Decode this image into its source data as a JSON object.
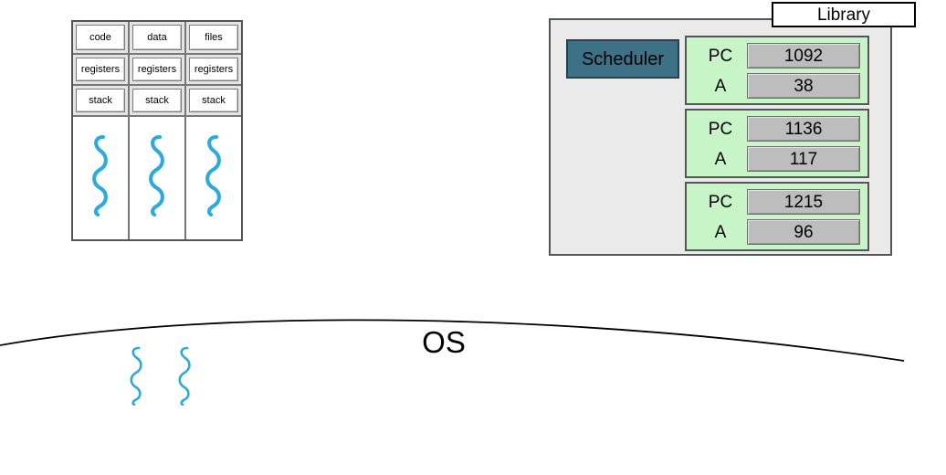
{
  "colors": {
    "squiggle": "#29abe2",
    "thread_block_fill": "#c8f5c8",
    "scheduler_fill": "#3d7186",
    "panel_fill": "#eaeaea",
    "table_fill": "#e4e4e4",
    "value_box_fill": "#bdbdbd",
    "border": "#555555"
  },
  "process_table": {
    "row_top": [
      "code",
      "data",
      "files"
    ],
    "row_registers": [
      "registers",
      "registers",
      "registers"
    ],
    "row_stack": [
      "stack",
      "stack",
      "stack"
    ],
    "thread_count": 3
  },
  "library": {
    "label": "Library",
    "scheduler_label": "Scheduler",
    "thread_blocks": [
      {
        "pc_label": "PC",
        "pc_value": "1092",
        "a_label": "A",
        "a_value": "38"
      },
      {
        "pc_label": "PC",
        "pc_value": "1136",
        "a_label": "A",
        "a_value": "117"
      },
      {
        "pc_label": "PC",
        "pc_value": "1215",
        "a_label": "A",
        "a_value": "96"
      }
    ]
  },
  "os": {
    "label": "OS",
    "squiggle_count": 2
  }
}
